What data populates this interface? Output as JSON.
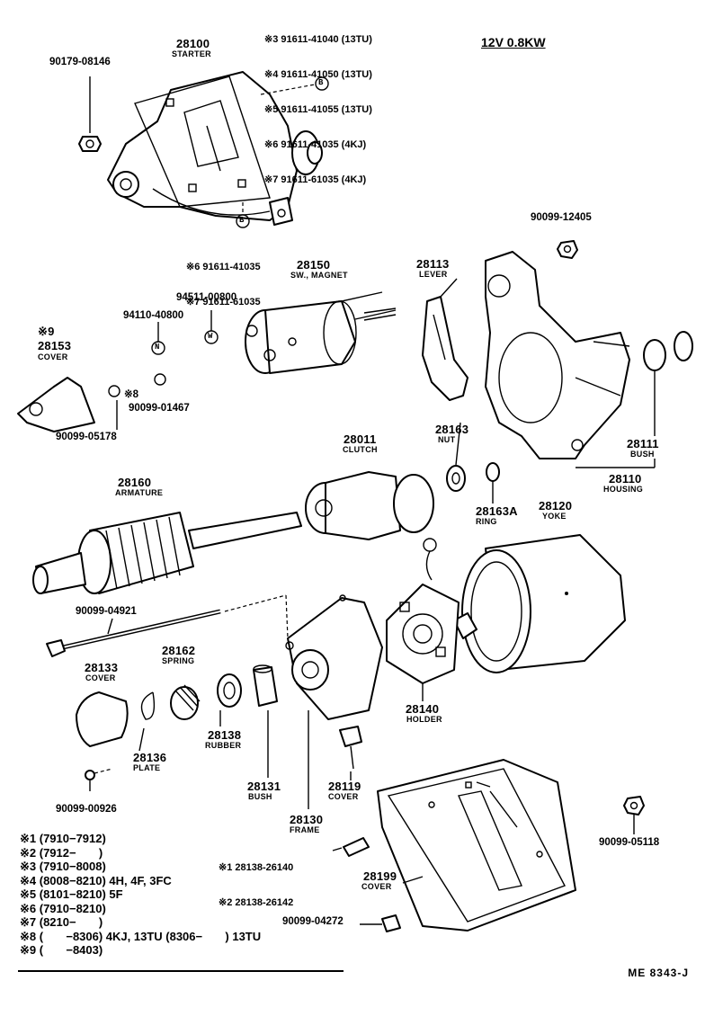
{
  "header": {
    "spec": "12V 0.8KW",
    "diagram_code": "ME  8343-J"
  },
  "top_refs": [
    "※3 91611-41040 (13TU)",
    "※4 91611-41050 (13TU)",
    "※5 91611-41055 (13TU)",
    "※6 91611-41035 (4KJ)",
    "※7 91611-61035 (4KJ)"
  ],
  "bottom_refs": [
    "※6 91611-41035",
    "※7 91611-61035"
  ],
  "callouts": {
    "b1": "B",
    "b2": "B",
    "n": "N",
    "w": "W"
  },
  "parts": {
    "p28100": {
      "num": "28100",
      "name": "STARTER"
    },
    "p90179": {
      "num": "90179-08146"
    },
    "p90099_12405": {
      "num": "90099-12405"
    },
    "p94511": {
      "num": "94511-00800"
    },
    "p94110": {
      "num": "94110-40800"
    },
    "p28150": {
      "num": "28150",
      "name": "SW., MAGNET"
    },
    "p28113": {
      "num": "28113",
      "name": "LEVER"
    },
    "p28153": {
      "star": "※9",
      "num": "28153",
      "name": "COVER"
    },
    "p8": {
      "star": "※8"
    },
    "p90099_01467": {
      "num": "90099-01467"
    },
    "p90099_05178": {
      "num": "90099-05178"
    },
    "p28011": {
      "num": "28011",
      "name": "CLUTCH"
    },
    "p28163": {
      "num": "28163",
      "name": "NUT"
    },
    "p28163a": {
      "num": "28163A",
      "name": "RING"
    },
    "p28111": {
      "num": "28111",
      "name": "BUSH"
    },
    "p28110": {
      "num": "28110",
      "name": "HOUSING"
    },
    "p28160": {
      "num": "28160",
      "name": "ARMATURE"
    },
    "p28120": {
      "num": "28120",
      "name": "YOKE"
    },
    "p90099_04921": {
      "num": "90099-04921"
    },
    "p28162": {
      "num": "28162",
      "name": "SPRING"
    },
    "p28133": {
      "num": "28133",
      "name": "COVER"
    },
    "p28138": {
      "num": "28138",
      "name": "RUBBER"
    },
    "p28136": {
      "num": "28136",
      "name": "PLATE"
    },
    "p28140": {
      "num": "28140",
      "name": "HOLDER"
    },
    "p28131": {
      "num": "28131",
      "name": "BUSH"
    },
    "p28119": {
      "num": "28119",
      "name": "COVER"
    },
    "p28130": {
      "num": "28130",
      "name": "FRAME"
    },
    "p90099_00926": {
      "num": "90099-00926"
    },
    "p28138_list": [
      "※1 28138-26140",
      "※2 28138-26142"
    ],
    "p28199": {
      "num": "28199",
      "name": "COVER"
    },
    "p90099_04272": {
      "num": "90099-04272"
    },
    "p90099_05118": {
      "num": "90099-05118"
    }
  },
  "legend": [
    "※1 (7910−7912)",
    "※2 (7912−       )",
    "※3 (7910−8008)",
    "※4 (8008−8210) 4H, 4F, 3FC",
    "※5 (8101−8210) 5F",
    "※6 (7910−8210)",
    "※7 (8210−       )",
    "※8 (       −8306) 4KJ, 13TU (8306−       ) 13TU",
    "※9 (       −8403)"
  ]
}
